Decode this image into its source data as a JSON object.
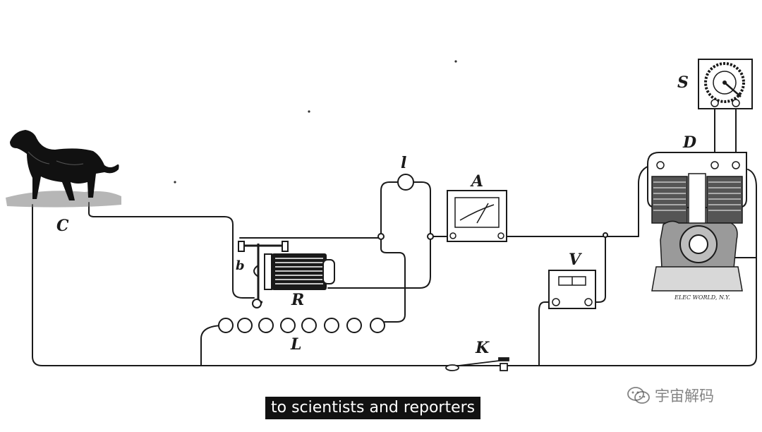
{
  "diagram": {
    "labels": {
      "S": "S",
      "D": "D",
      "l": "l",
      "A": "A",
      "V": "V",
      "C": "C",
      "b": "b",
      "R": "R",
      "L": "L",
      "K": "K"
    },
    "imprint": "ELEC WORLD, N.Y."
  },
  "subtitle": "to scientists and reporters",
  "watermark": {
    "icon": "wechat-icon",
    "text": "宇宙解码"
  }
}
